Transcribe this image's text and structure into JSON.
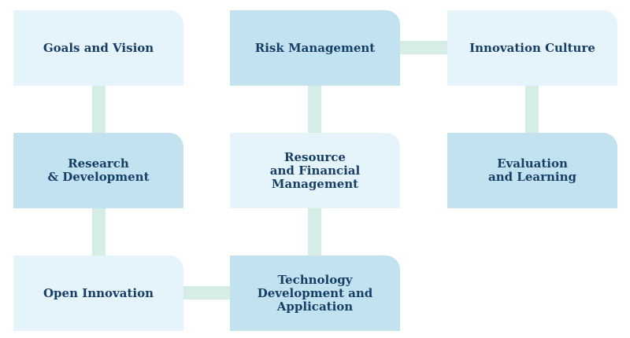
{
  "nodes": {
    "goals": {
      "label": "Goals and Vision",
      "shade": "light"
    },
    "risk": {
      "label": "Risk Management",
      "shade": "dark"
    },
    "culture": {
      "label": "Innovation Culture",
      "shade": "light"
    },
    "research": {
      "label": "Research\n& Development",
      "shade": "dark"
    },
    "resource": {
      "label": "Resource\nand Financial\nManagement",
      "shade": "light"
    },
    "evaluation": {
      "label": "Evaluation\nand Learning",
      "shade": "dark"
    },
    "open": {
      "label": "Open Innovation",
      "shade": "light"
    },
    "technology": {
      "label": "Technology\nDevelopment and\nApplication",
      "shade": "dark"
    }
  },
  "colors": {
    "box_light": "#e5f3fa",
    "box_dark": "#c3e2f0",
    "connector": "#d5ede6",
    "text": "#163f68"
  }
}
